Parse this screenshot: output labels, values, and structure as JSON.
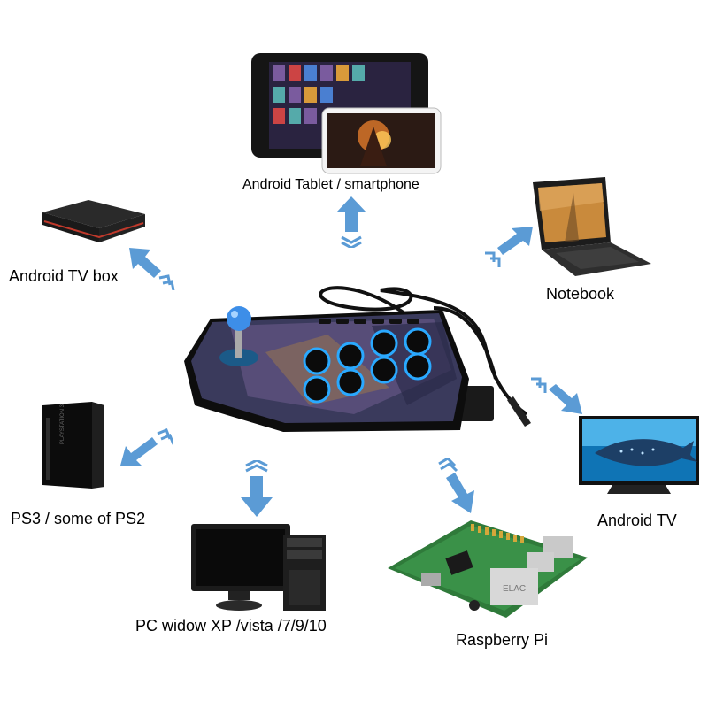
{
  "colors": {
    "arrow": "#5b9bd5",
    "arrow_dark": "#3d7fc4",
    "button_glow": "#2aa9ff",
    "stick_ball": "#3d8ee8"
  },
  "labels": {
    "tablet": "Android Tablet / smartphone",
    "tvbox": "Android TV box",
    "notebook": "Notebook",
    "ps3": "PS3 / some of PS2",
    "android_tv": "Android TV",
    "pc": "PC widow XP /vista /7/9/10",
    "raspberry": "Raspberry Pi"
  },
  "device_text": {
    "rpi_brand": "ELAC"
  }
}
